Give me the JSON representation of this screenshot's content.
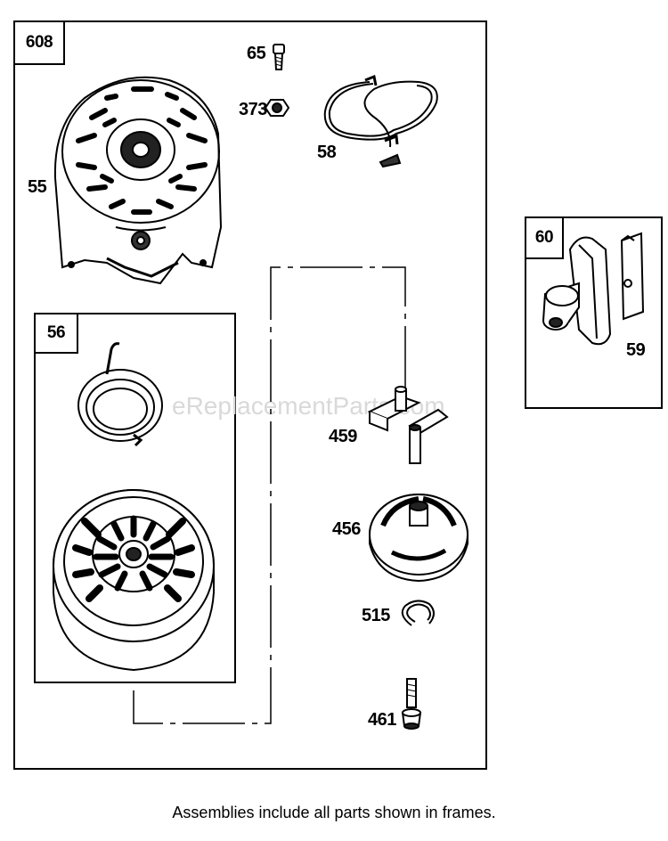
{
  "diagram": {
    "frames": {
      "main": "608",
      "starter": "56",
      "handle": "60"
    },
    "parts": {
      "p65": "65",
      "p373": "373",
      "p58": "58",
      "p55": "55",
      "p459": "459",
      "p456": "456",
      "p515": "515",
      "p461": "461",
      "p59": "59"
    },
    "caption": "Assemblies include all parts shown in frames.",
    "watermark": "eReplacementParts.com"
  }
}
